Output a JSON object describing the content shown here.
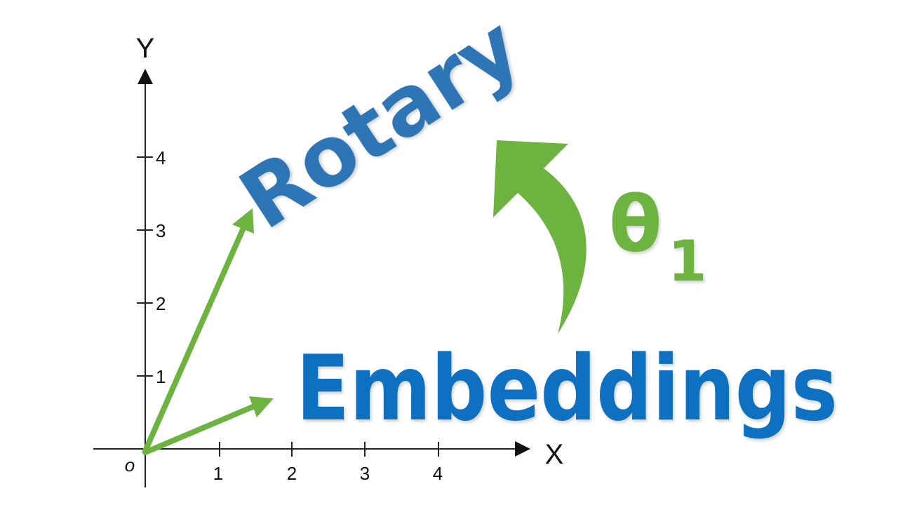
{
  "title": {
    "line1": "Rotary",
    "line2": "Embeddings",
    "line1_color": "#2e75b6",
    "line2_color": "#0e70c0"
  },
  "rotation_label": {
    "symbol": "θ",
    "subscript": "1",
    "color": "#6db33f"
  },
  "axes": {
    "x_label": "X",
    "y_label": "Y",
    "origin_label": "o",
    "x_ticks": [
      "1",
      "2",
      "3",
      "4"
    ],
    "y_ticks": [
      "1",
      "2",
      "3",
      "4"
    ],
    "color": "#111111"
  },
  "vectors": [
    {
      "name": "vector-rotated",
      "from": [
        0,
        0
      ],
      "to": [
        1.5,
        3.3
      ]
    },
    {
      "name": "vector-original",
      "from": [
        0,
        0
      ],
      "to": [
        1.75,
        0.7
      ]
    }
  ],
  "vector_color": "#6db33f"
}
